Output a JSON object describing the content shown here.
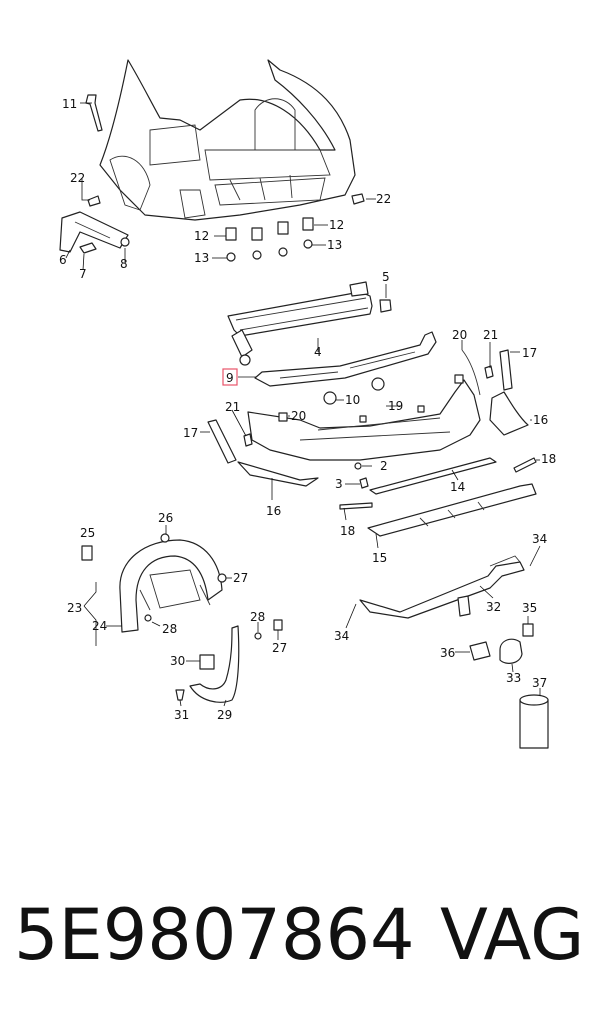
{
  "callouts": [
    "11",
    "22",
    "6",
    "7",
    "8",
    "12",
    "13",
    "12",
    "13",
    "22",
    "5",
    "4",
    "20",
    "21",
    "17",
    "9",
    "10",
    "19",
    "20",
    "21",
    "17",
    "16",
    "2",
    "3",
    "16",
    "14",
    "18",
    "18",
    "15",
    "25",
    "26",
    "27",
    "23",
    "24",
    "28",
    "28",
    "27",
    "30",
    "31",
    "29",
    "34",
    "32",
    "35",
    "34",
    "36",
    "33",
    "37"
  ],
  "footer": {
    "part_number": "5E9807864",
    "brand": "VAG"
  },
  "highlight": {
    "accent": "#e8556a",
    "callout": "9"
  }
}
